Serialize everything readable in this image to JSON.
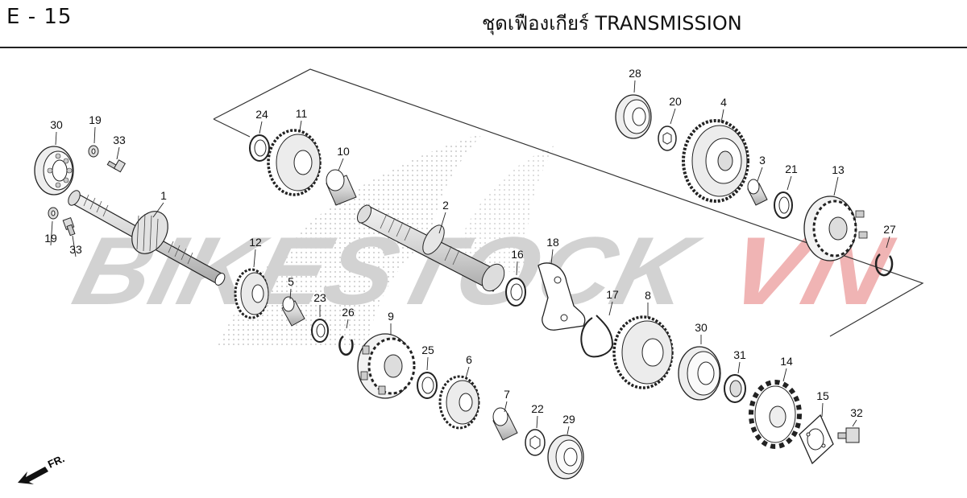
{
  "page": {
    "code": "E - 15",
    "title": "ชุดเฟืองเกียร์  TRANSMISSION"
  },
  "watermark": {
    "text_gray": "BIKESTOCK",
    "text_red": "VN",
    "color_gray": "#d2d2d2",
    "color_red": "#f0b4b4"
  },
  "front_arrow": {
    "label": "FR."
  },
  "parts": [
    {
      "id": "1",
      "label": "1"
    },
    {
      "id": "2",
      "label": "2"
    },
    {
      "id": "3",
      "label": "3"
    },
    {
      "id": "4",
      "label": "4"
    },
    {
      "id": "5",
      "label": "5"
    },
    {
      "id": "6",
      "label": "6"
    },
    {
      "id": "7",
      "label": "7"
    },
    {
      "id": "8",
      "label": "8"
    },
    {
      "id": "9",
      "label": "9"
    },
    {
      "id": "10",
      "label": "10"
    },
    {
      "id": "11",
      "label": "11"
    },
    {
      "id": "12",
      "label": "12"
    },
    {
      "id": "13",
      "label": "13"
    },
    {
      "id": "14",
      "label": "14"
    },
    {
      "id": "15",
      "label": "15"
    },
    {
      "id": "16",
      "label": "16"
    },
    {
      "id": "17",
      "label": "17"
    },
    {
      "id": "18",
      "label": "18"
    },
    {
      "id": "19a",
      "label": "19"
    },
    {
      "id": "19b",
      "label": "19"
    },
    {
      "id": "20",
      "label": "20"
    },
    {
      "id": "21",
      "label": "21"
    },
    {
      "id": "22",
      "label": "22"
    },
    {
      "id": "23",
      "label": "23"
    },
    {
      "id": "24",
      "label": "24"
    },
    {
      "id": "25",
      "label": "25"
    },
    {
      "id": "26",
      "label": "26"
    },
    {
      "id": "27",
      "label": "27"
    },
    {
      "id": "28",
      "label": "28"
    },
    {
      "id": "29",
      "label": "29"
    },
    {
      "id": "30a",
      "label": "30"
    },
    {
      "id": "30b",
      "label": "30"
    },
    {
      "id": "31",
      "label": "31"
    },
    {
      "id": "32",
      "label": "32"
    },
    {
      "id": "33a",
      "label": "33"
    },
    {
      "id": "33b",
      "label": "33"
    }
  ]
}
